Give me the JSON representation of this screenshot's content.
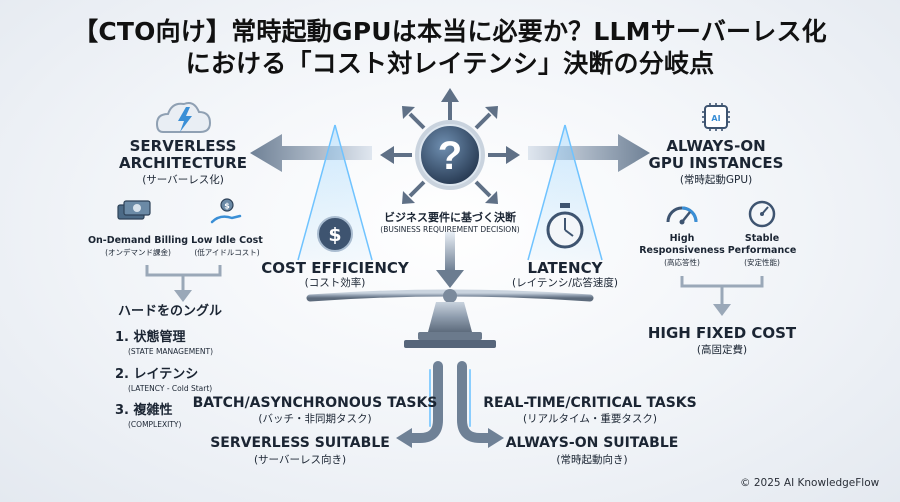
{
  "title": {
    "line1": "【CTO向け】常時起動GPUは本当に必要か？LLMサーバーレス化",
    "line2": "における「コスト対レイテンシ」決断の分岐点"
  },
  "serverless": {
    "heading_1": "SERVERLESS",
    "heading_2": "ARCHITECTURE",
    "subtitle": "(サーバーレス化)",
    "benefits": [
      {
        "label": "On-Demand Billing",
        "sub": "(オンデマンド課金)"
      },
      {
        "label": "Low Idle Cost",
        "sub": "(低アイドルコスト)"
      }
    ]
  },
  "hurdles": {
    "title": "ハードをのングル",
    "items": [
      {
        "num": "1.",
        "label": "状態管理",
        "sub": "(STATE MANAGEMENT)"
      },
      {
        "num": "2.",
        "label": "レイテンシ",
        "sub": "(LATENCY - Cold Start)"
      },
      {
        "num": "3.",
        "label": "複雑性",
        "sub": "(COMPLEXITY)"
      }
    ]
  },
  "always_on": {
    "heading_1": "ALWAYS-ON",
    "heading_2": "GPU INSTANCES",
    "subtitle": "(常時起動GPU)",
    "features": [
      {
        "label_1": "High",
        "label_2": "Responsiveness",
        "sub": "(高応答性)"
      },
      {
        "label_1": "Stable",
        "label_2": "Performance",
        "sub": "(安定性能)"
      }
    ],
    "cost": "HIGH FIXED COST",
    "cost_sub": "(高固定費)"
  },
  "center": {
    "decision": "ビジネス要件に基づく決断",
    "decision_sub": "(BUSINESS REQUIREMENT DECISION)",
    "cost_efficiency": "COST EFFICIENCY",
    "cost_efficiency_sub": "(コスト効率)",
    "latency": "LATENCY",
    "latency_sub": "(レイテンシ/応答速度)"
  },
  "outcomes": {
    "left_task": "BATCH/ASYNCHRONOUS TASKS",
    "left_task_sub": "(バッチ・非同期タスク)",
    "left_fit": "SERVERLESS SUITABLE",
    "left_fit_sub": "(サーバーレス向き)",
    "right_task": "REAL-TIME/CRITICAL TASKS",
    "right_task_sub": "(リアルタイム・重要タスク)",
    "right_fit": "ALWAYS-ON SUITABLE",
    "right_fit_sub": "(常時起動向き)"
  },
  "icons": {
    "question": "?",
    "dollar": "$",
    "chip": "AI"
  },
  "copyright": "© 2025 AI KnowledgeFlow"
}
